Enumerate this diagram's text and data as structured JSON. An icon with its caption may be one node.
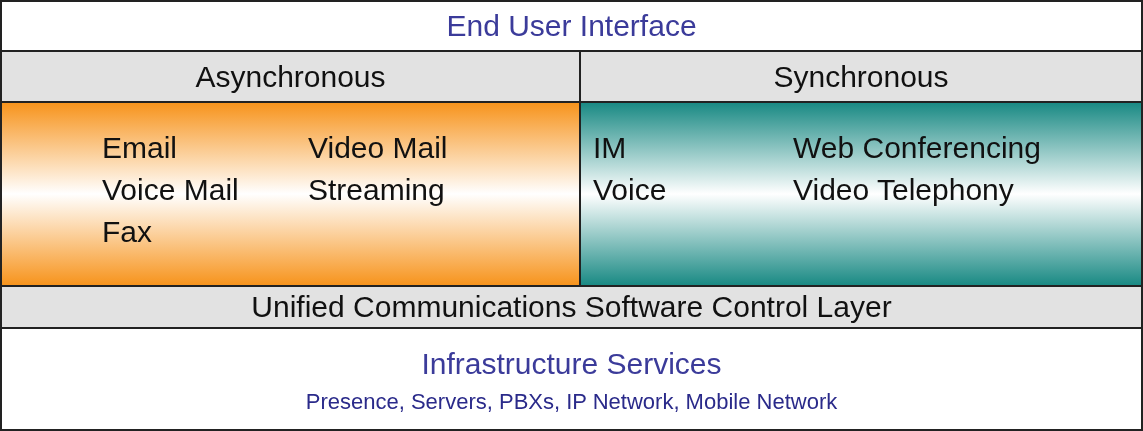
{
  "diagram": {
    "nodes": [
      {
        "text": [
          "End User Interface"
        ]
      },
      {
        "text": [
          "Asynchronous"
        ]
      },
      {
        "text": [
          "Synchronous"
        ]
      },
      {
        "text": [
          "Email",
          "Video Mail",
          "Voice Mail",
          "Streaming",
          "Fax"
        ]
      },
      {
        "text": [
          "IM",
          "Web Conferencing",
          "Voice",
          "Video Telephony"
        ]
      },
      {
        "text": [
          "Unified Communications Software Control Layer"
        ]
      },
      {
        "text": [
          "Infrastructure Services",
          "Presence, Servers, PBXs, IP Network, Mobile Network"
        ]
      }
    ]
  }
}
